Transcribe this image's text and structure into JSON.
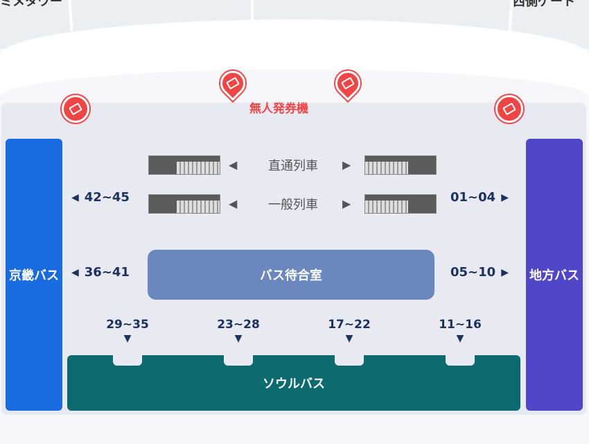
{
  "top_labels": {
    "left": "ミメタワー",
    "right": "西側ゲート"
  },
  "kiosk": {
    "label": "無人発券機",
    "color": "#f04545"
  },
  "trains": {
    "direct": "直通列車",
    "local": "一般列車"
  },
  "side_buses": {
    "left": "京畿バス",
    "right": "地方バス",
    "left_color": "#1a6ae0",
    "right_color": "#5046c8"
  },
  "gates": {
    "left_top": "42~45",
    "left_mid": "36~41",
    "right_top": "01~04",
    "right_mid": "05~10",
    "bottom": [
      "29~35",
      "23~28",
      "17~22",
      "11~16"
    ]
  },
  "waiting_room": "バス待合室",
  "seoul_bus": "ソウルバス",
  "arrows": {
    "left": "◀",
    "right": "▶",
    "down": "▼"
  }
}
